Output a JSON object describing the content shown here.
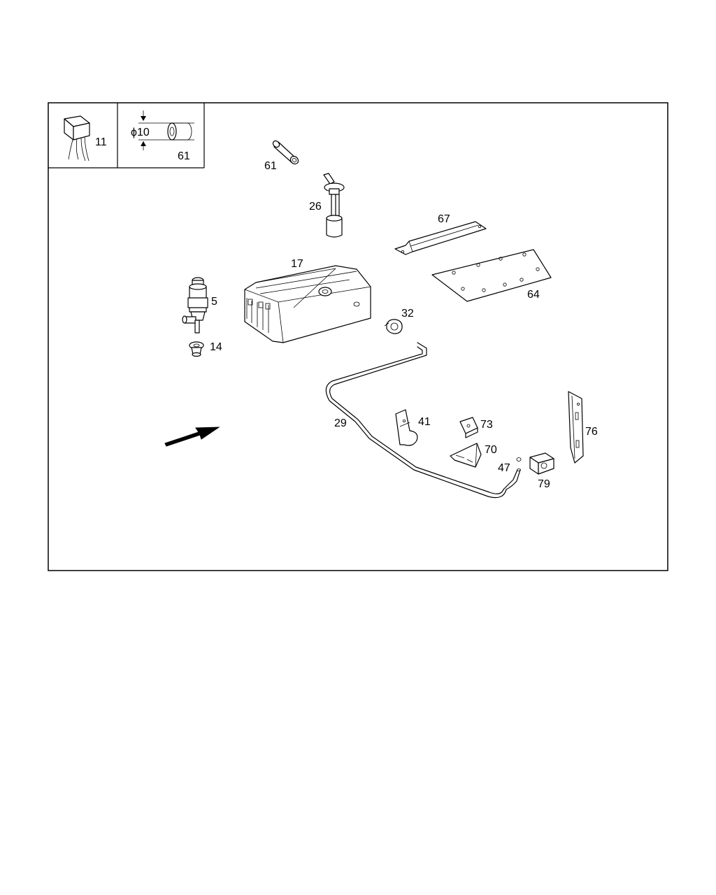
{
  "diagram": {
    "inset_part_number": "11",
    "dimension_label": "ϕ10",
    "dimension_part_number": "61",
    "labels": {
      "p61": "61",
      "p26": "26",
      "p67": "67",
      "p17": "17",
      "p5": "5",
      "p14": "14",
      "p32": "32",
      "p64": "64",
      "p29": "29",
      "p41": "41",
      "p73": "73",
      "p70": "70",
      "p47": "47",
      "p79": "79",
      "p76": "76"
    }
  }
}
